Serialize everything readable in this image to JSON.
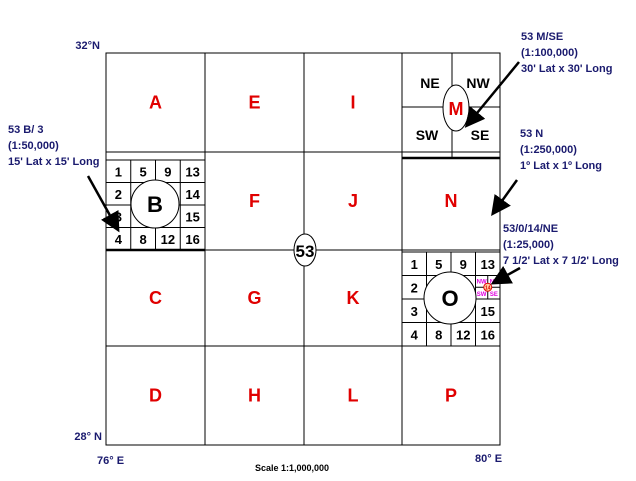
{
  "sheet_number": "53",
  "corners": {
    "top_left": "32°N",
    "bottom_left": "28° N",
    "left_long": "76° E",
    "right_long": "80° E"
  },
  "scale": "Scale 1:1,000,000",
  "sheets_by_row": [
    [
      "A",
      "E",
      "I",
      "M"
    ],
    [
      "B",
      "F",
      "J",
      "N"
    ],
    [
      "C",
      "G",
      "K",
      "O"
    ],
    [
      "D",
      "H",
      "L",
      "P"
    ]
  ],
  "sub_numbers": [
    [
      "1",
      "5",
      "9",
      "13"
    ],
    [
      "2",
      "",
      "",
      "14"
    ],
    [
      "3",
      "",
      "",
      "15"
    ],
    [
      "4",
      "8",
      "12",
      "16"
    ]
  ],
  "quadrants": [
    "NE",
    "NW",
    "SW",
    "SE"
  ],
  "quad_sub": [
    "NW",
    "NE",
    "SW",
    "SE"
  ],
  "sub14": "14",
  "callouts": {
    "b": [
      "53 B/ 3",
      "(1:50,000)",
      "15' Lat x 15' Long"
    ],
    "m": [
      "53 M/SE",
      "(1:100,000)",
      "30' Lat x 30' Long"
    ],
    "n": [
      "53 N",
      "(1:250,000)",
      "1º Lat x 1º Long"
    ],
    "o": [
      "53/0/14/NE",
      "(1:25,000)",
      "7 1/2' Lat x 7 1/2' Long"
    ]
  },
  "colors": {
    "label_red": "#e00000",
    "callout_navy": "#1a1a6e",
    "quad_magenta": "#e000e0"
  }
}
